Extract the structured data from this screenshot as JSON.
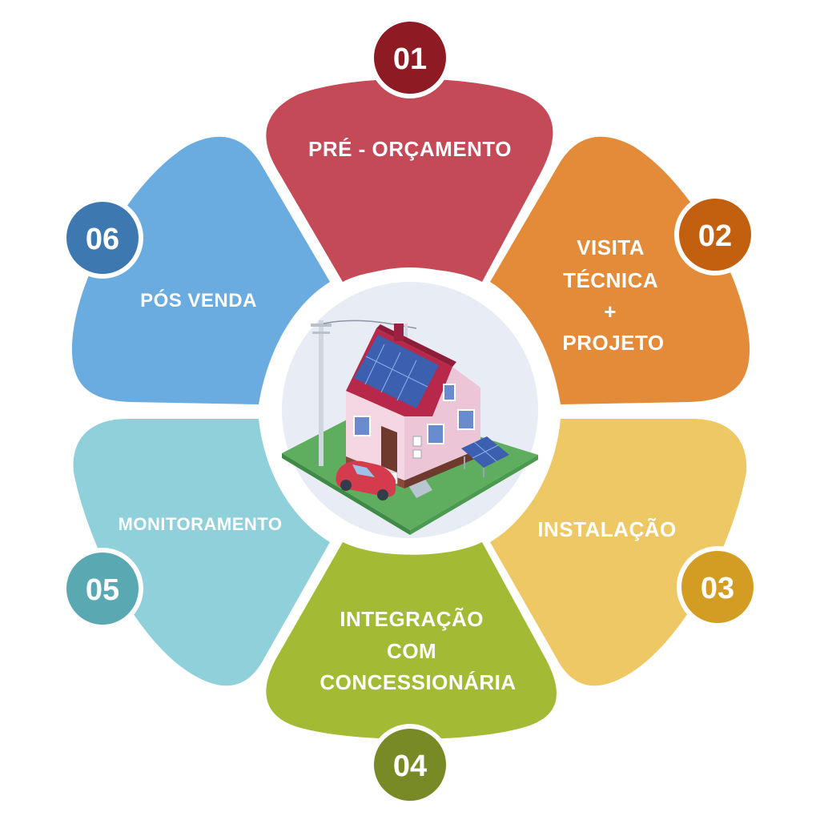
{
  "steps": [
    {
      "number": "01",
      "lines": [
        "PRÉ - ORÇAMENTO"
      ],
      "petal_color": "#c44a58",
      "badge_color": "#8e1a23"
    },
    {
      "number": "02",
      "lines": [
        "VISITA",
        "TÉCNICA",
        "+",
        "PROJETO"
      ],
      "petal_color": "#e38b38",
      "badge_color": "#c2600f"
    },
    {
      "number": "03",
      "lines": [
        "INSTALAÇÃO"
      ],
      "petal_color": "#efc866",
      "badge_color": "#d39c22"
    },
    {
      "number": "04",
      "lines": [
        "INTEGRAÇÃO",
        "COM",
        "CONCESSIONÁRIA"
      ],
      "petal_color": "#a3bb34",
      "badge_color": "#788a25"
    },
    {
      "number": "05",
      "lines": [
        "MONITORAMENTO"
      ],
      "petal_color": "#8fd0da",
      "badge_color": "#5aa9b2"
    },
    {
      "number": "06",
      "lines": [
        "PÓS VENDA"
      ],
      "petal_color": "#6aace0",
      "badge_color": "#3d78b0"
    }
  ],
  "center": {
    "illustration": "solar-house-icon"
  }
}
